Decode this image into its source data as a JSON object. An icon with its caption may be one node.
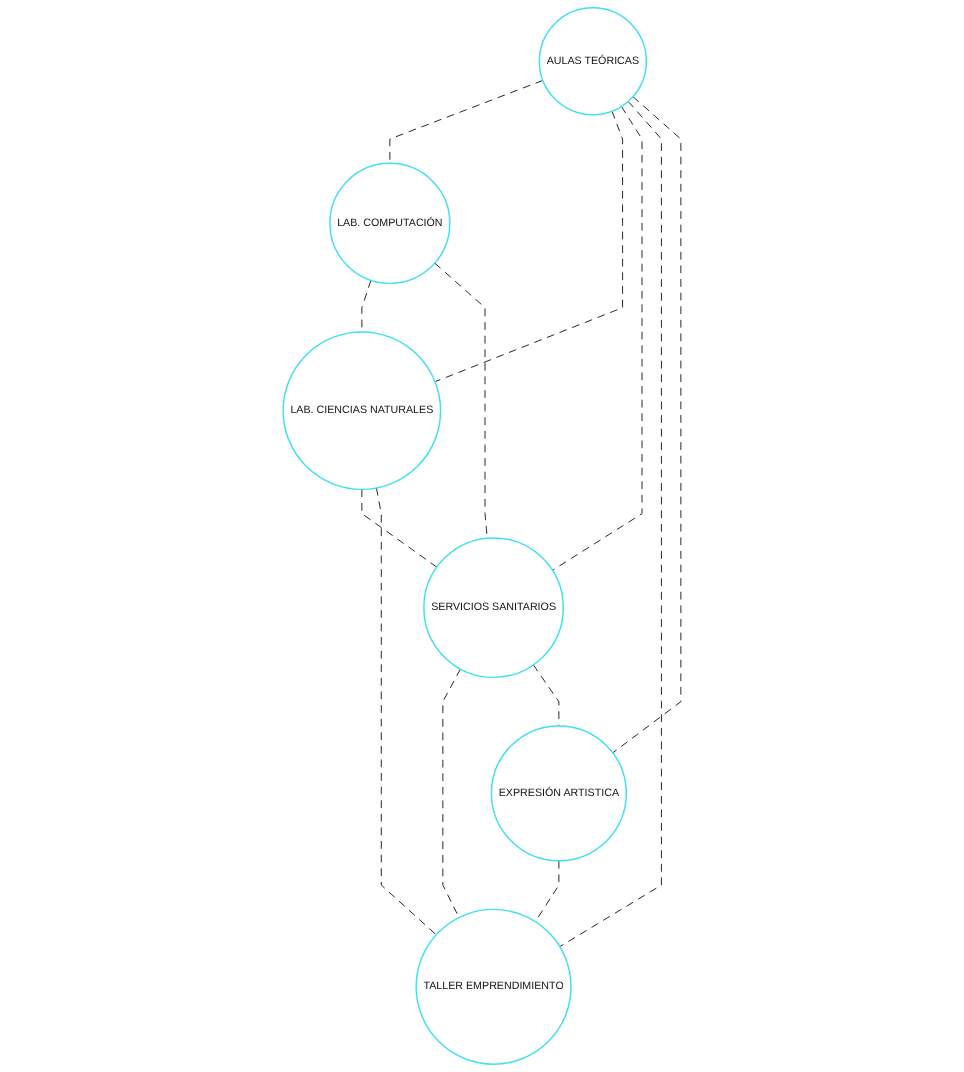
{
  "diagram": {
    "nodes": [
      {
        "text": [
          "LAB. COMPUTACIÓN"
        ]
      },
      {
        "text": [
          "AULAS TEÓRICAS"
        ]
      },
      {
        "text": [
          "LAB. CIENCIAS NATURALES"
        ]
      },
      {
        "text": [
          "SERVICIOS SANITARIOS"
        ]
      },
      {
        "text": [
          "TALLER EMPRENDIMIENTO"
        ]
      },
      {
        "text": [
          "EXPRESIÓN ARTISTICA"
        ]
      }
    ],
    "edges": [
      {
        "from": 1,
        "to": 0,
        "arrow": "none",
        "style": "dashed"
      },
      {
        "from": 0,
        "to": 2,
        "arrow": "none",
        "style": "dashed"
      },
      {
        "from": 1,
        "to": 2,
        "arrow": "none",
        "style": "dashed"
      },
      {
        "from": 1,
        "to": 3,
        "arrow": "none",
        "style": "dashed"
      },
      {
        "from": 1,
        "to": 4,
        "arrow": "none",
        "style": "dashed"
      },
      {
        "from": 1,
        "to": 5,
        "arrow": "none",
        "style": "dashed"
      },
      {
        "from": 0,
        "to": 3,
        "arrow": "none",
        "style": "dashed"
      },
      {
        "from": 2,
        "to": 3,
        "arrow": "none",
        "style": "dashed"
      },
      {
        "from": 2,
        "to": 4,
        "arrow": "none",
        "style": "dashed"
      },
      {
        "from": 3,
        "to": 4,
        "arrow": "none",
        "style": "dashed"
      },
      {
        "from": 3,
        "to": 5,
        "arrow": "none",
        "style": "dashed"
      },
      {
        "from": 5,
        "to": 4,
        "arrow": "none",
        "style": "dashed"
      }
    ]
  }
}
